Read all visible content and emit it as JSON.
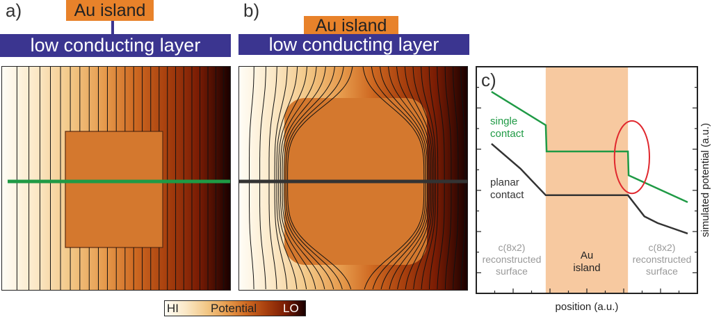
{
  "panel_a": {
    "label": "a)",
    "island_label": "Au island",
    "layer_label": "low conducting layer"
  },
  "panel_b": {
    "label": "b)",
    "island_label": "Au island",
    "layer_label": "low conducting layer"
  },
  "colorbar": {
    "hi_label": "HI",
    "title": "Potential",
    "lo_label": "LO"
  },
  "colors": {
    "island": "#e8822a",
    "layer": "#3b3590",
    "single": "#1f9a45",
    "planar": "#333333",
    "band": "#f7c9a0",
    "ellipse": "#e0282e"
  },
  "chart_data": {
    "type": "line",
    "panel_label": "c)",
    "xlabel": "position (a.u.)",
    "ylabel": "simulated potential (a.u.)",
    "xlim": [
      0,
      100
    ],
    "ylim": [
      0,
      100
    ],
    "band": {
      "x": [
        31.4,
        68.6
      ],
      "label": "Au island"
    },
    "region_labels": [
      {
        "text": "c(8x2) reconstructed surface",
        "side": "left"
      },
      {
        "text": "c(8x2) reconstructed surface",
        "side": "right"
      }
    ],
    "series": [
      {
        "name": "single contact",
        "label_lines": [
          "single",
          "contact"
        ],
        "color": "#1f9a45",
        "x": [
          6.9,
          31.4,
          31.8,
          68.6,
          68.9,
          95.6
        ],
        "y": [
          89,
          74.2,
          62.6,
          62.6,
          52.1,
          40.2
        ]
      },
      {
        "name": "planar contact",
        "label_lines": [
          "planar",
          "contact"
        ],
        "color": "#333333",
        "x": [
          6.9,
          20,
          31.4,
          68.6,
          72,
          76,
          82,
          88,
          95.6
        ],
        "y": [
          66,
          55,
          43.3,
          43.3,
          39,
          34,
          31,
          29,
          26.4
        ]
      }
    ],
    "annotation": {
      "shape": "ellipse",
      "cx": 70.4,
      "cy": 60.1,
      "rx": 7.9,
      "ry": 16
    }
  }
}
